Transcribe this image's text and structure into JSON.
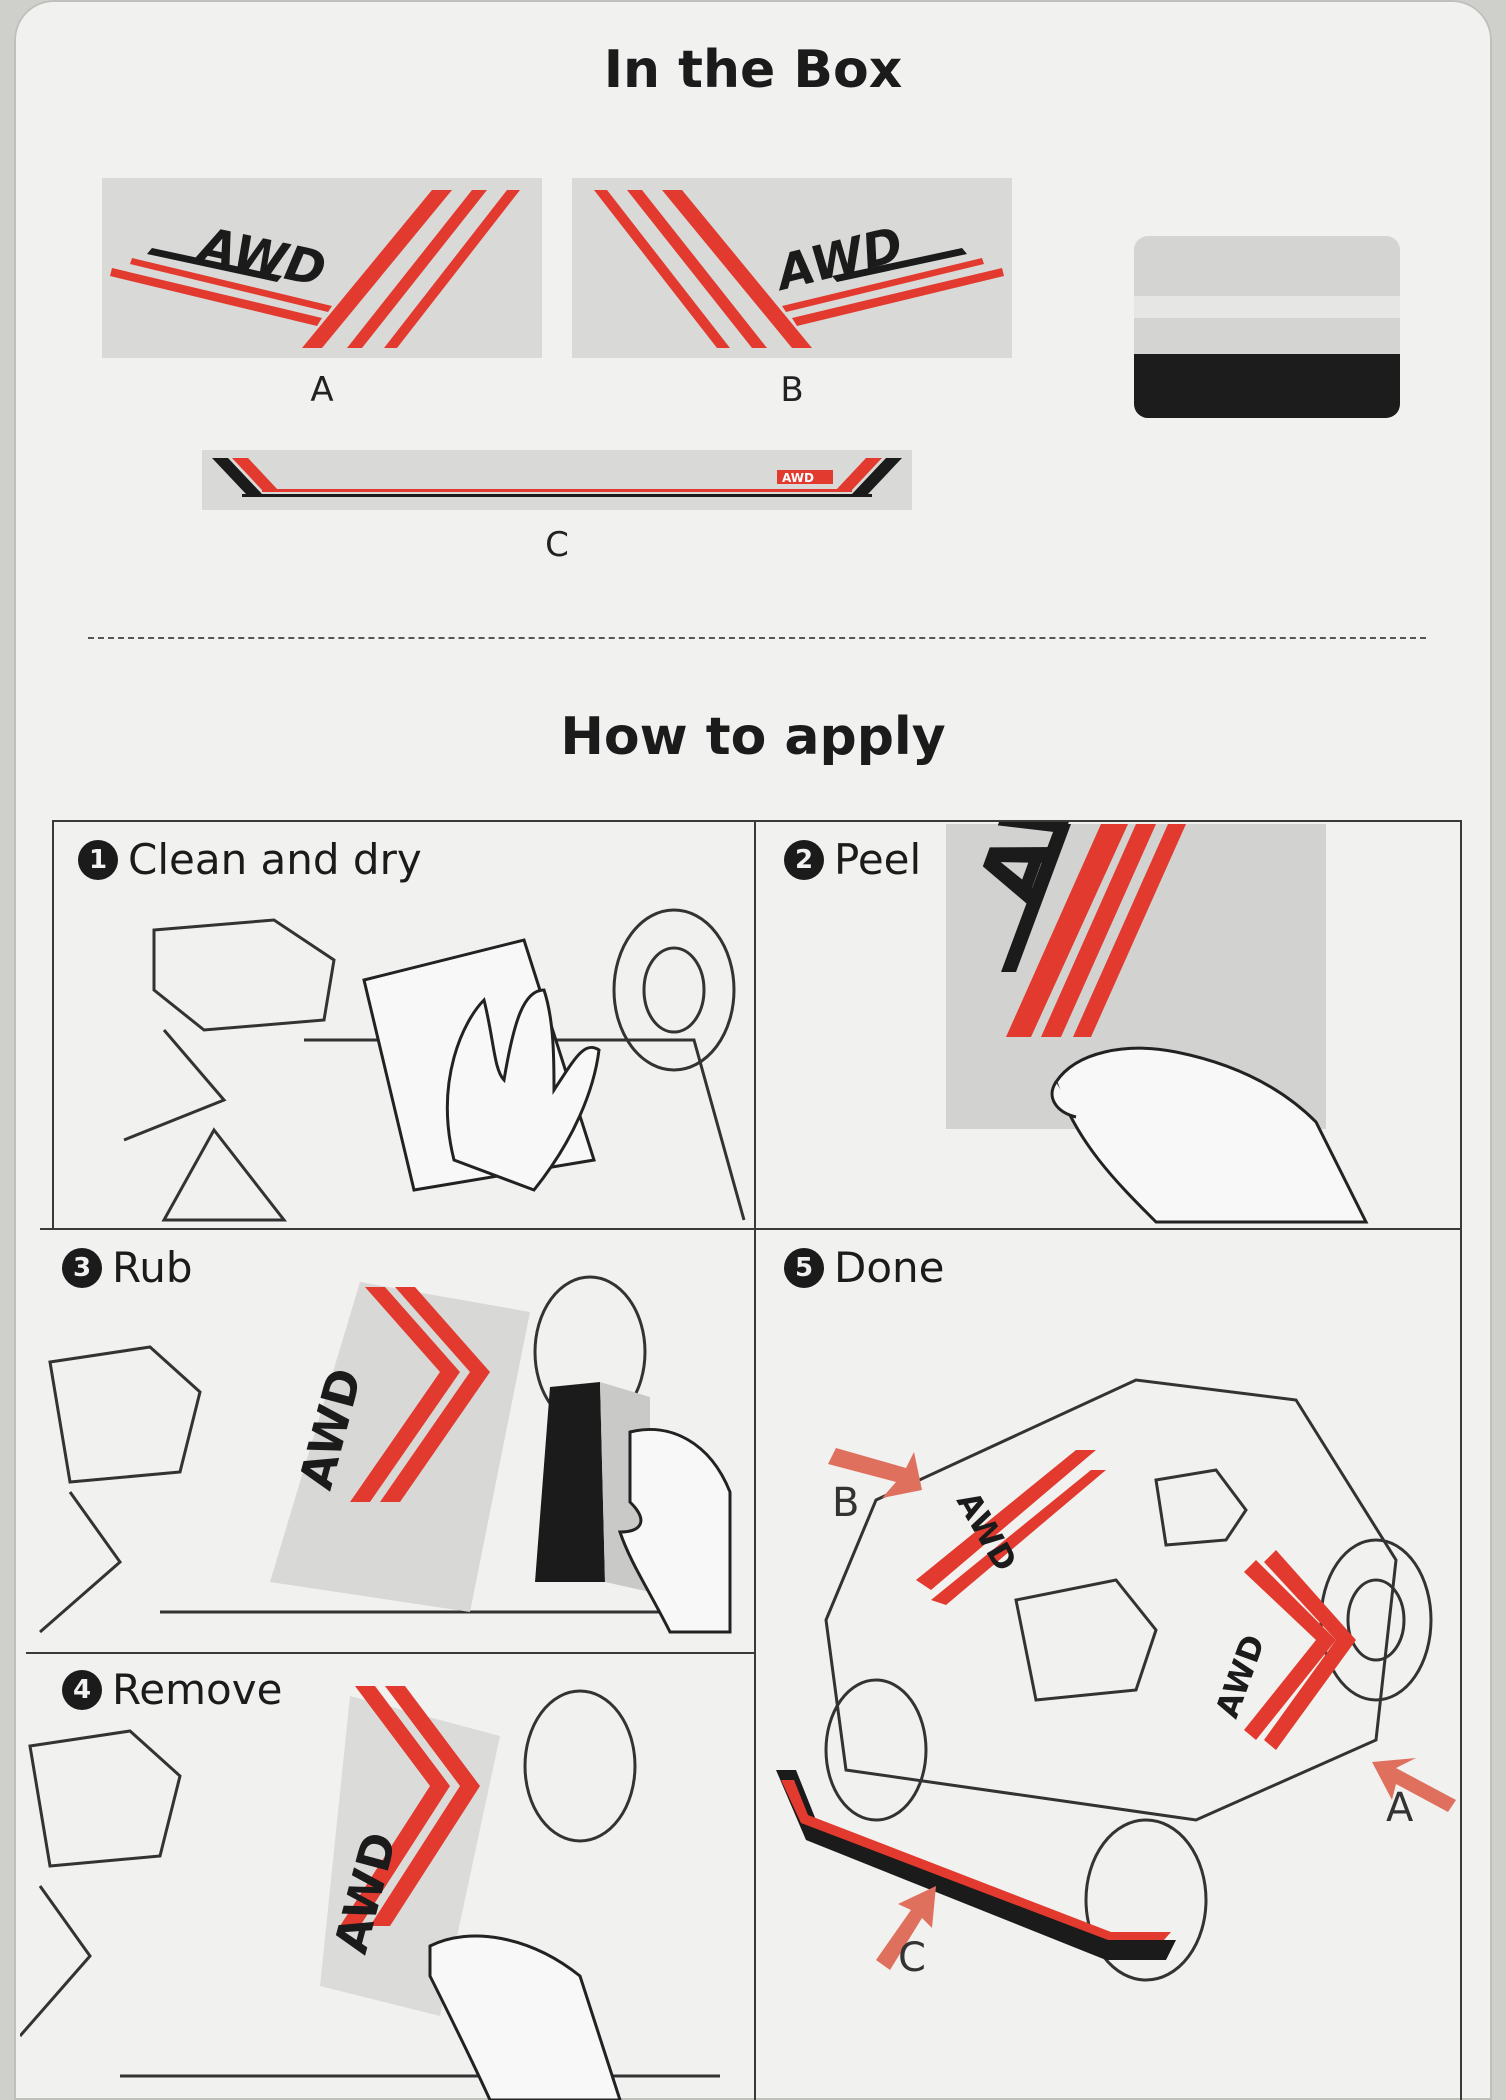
{
  "in_the_box": {
    "title": "In the Box",
    "items": [
      {
        "label": "A",
        "text": "AWD"
      },
      {
        "label": "B",
        "text": "AWD"
      },
      {
        "label": "C",
        "text": "AWD"
      }
    ]
  },
  "how_to_apply": {
    "title": "How to apply",
    "steps": [
      {
        "number": "1",
        "label": "Clean and dry"
      },
      {
        "number": "2",
        "label": "Peel"
      },
      {
        "number": "3",
        "label": "Rub"
      },
      {
        "number": "4",
        "label": "Remove"
      },
      {
        "number": "5",
        "label": "Done"
      }
    ],
    "done_callouts": {
      "a": "A",
      "b": "B",
      "c": "C"
    },
    "decal_text": "AWD"
  },
  "colors": {
    "accent_red": "#e23a2e",
    "ink": "#1b1b1b",
    "sticker_gray": "#d9d9d7",
    "arrow_salmon": "#e0705e"
  }
}
